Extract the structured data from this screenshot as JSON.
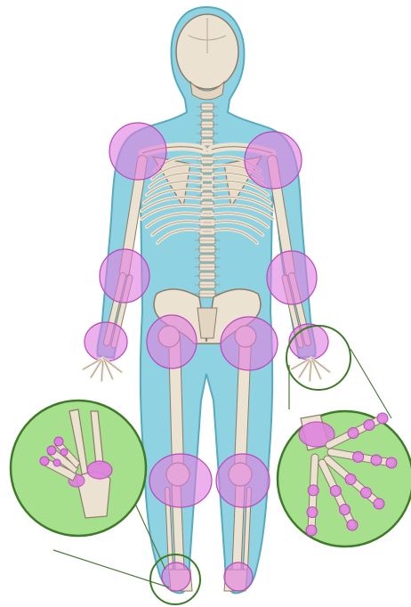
{
  "figure": {
    "colors": {
      "body": "#8fd3e3",
      "body_outline": "#5aa9bd",
      "bone": "#ece2d2",
      "bone_outline": "#8a7c68",
      "joint_highlight": "#e07fe0",
      "joint_outline": "#b64ab6",
      "inset_fill": "#a6e08c",
      "inset_border": "#3e7a2a",
      "callout_line": "#4d7a3a"
    },
    "highlighted_joints": [
      "shoulder-left",
      "shoulder-right",
      "elbow-left",
      "elbow-right",
      "wrist-left",
      "wrist-right",
      "hip-left",
      "hip-right",
      "knee-left",
      "knee-right",
      "ankle-left",
      "ankle-right"
    ],
    "insets": [
      "foot-detail",
      "hand-detail"
    ]
  }
}
